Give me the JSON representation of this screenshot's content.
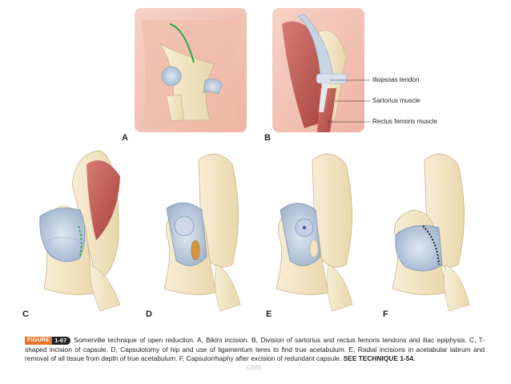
{
  "panels": {
    "a": "A",
    "b": "B",
    "c": "C",
    "d": "D",
    "e": "E",
    "f": "F"
  },
  "callouts": {
    "iliopsoas": "Iliopsoas tendon",
    "sartorius": "Sartorius muscle",
    "rectus": "Rectus femoris muscle"
  },
  "caption": {
    "badge_word": "FIGURE",
    "badge_number": "1-67",
    "text": "Somerville technique of open reduction. A, Bikini incision. B, Division of sartorius and rectus femoris tendons and iliac epiphysis. C, T-shaped incision of capsule. D, Capsulotomy of hip and use of ligamentum teres to find true acetabulum. E, Radial incisions in acetabular labrum and removal of all tissue from depth of true acetabulum. F, Capsulorrhaphy after excision of redundant capsule.",
    "see": "SEE TECHNIQUE 1-54."
  },
  "watermark": "OMN",
  "colors": {
    "skin": "#f3c4b6",
    "bone": "#f4e8c8",
    "capsule": "#b9c9dc",
    "muscle": "#c0504d",
    "incision": "#2fa84a",
    "badge": "#e8742a"
  }
}
